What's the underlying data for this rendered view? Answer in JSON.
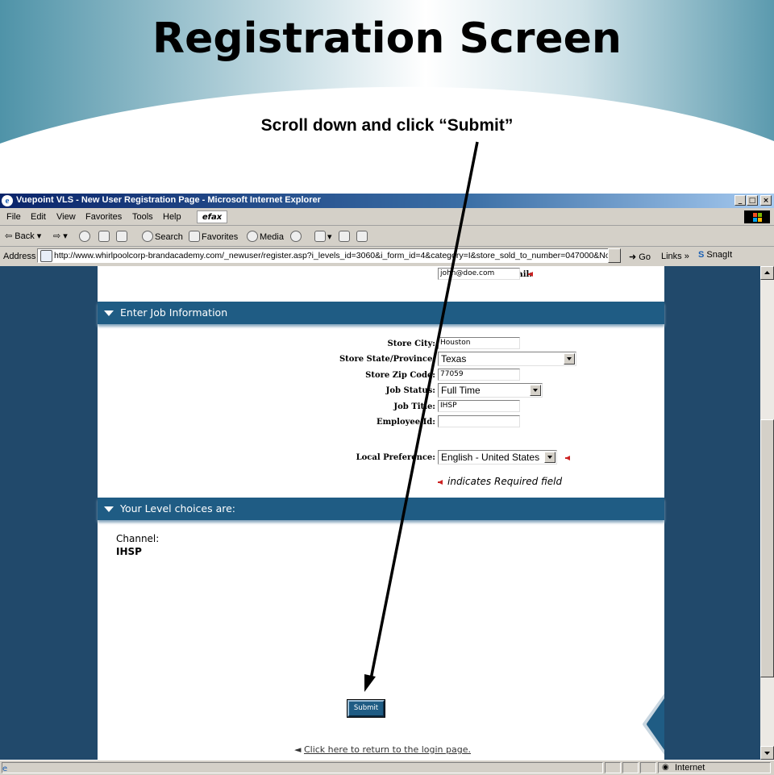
{
  "slide": {
    "title": "Registration Screen",
    "instruction": "Scroll down and click “Submit”",
    "colors": {
      "teal": "#5b9aae",
      "white": "#ffffff"
    }
  },
  "browser": {
    "window_title": "Vuepoint VLS - New User Registration Page - Microsoft Internet Explorer",
    "window_buttons": {
      "minimize": "_",
      "maximize": "□",
      "close": "×"
    },
    "menu": [
      "File",
      "Edit",
      "View",
      "Favorites",
      "Tools",
      "Help"
    ],
    "efax_label": "efax",
    "toolbar": {
      "back": "Back",
      "search": "Search",
      "favorites": "Favorites",
      "media": "Media"
    },
    "address_label": "Address",
    "address_url": "http://www.whirlpoolcorp-brandacademy.com/_newuser/register.asp?i_levels_id=3060&i_form_id=4&category=I&store_sold_to_number=047000&NoC",
    "go_label": "Go",
    "links_label": "Links",
    "snagit_label": "SnagIt",
    "status_zone": "Internet"
  },
  "form": {
    "email": {
      "label": "Email:",
      "value": "john@doe.com"
    },
    "job_section_title": "Enter Job Information",
    "store_city": {
      "label": "Store City:",
      "value": "Houston"
    },
    "store_state": {
      "label": "Store State/Province:",
      "value": "Texas"
    },
    "store_zip": {
      "label": "Store Zip Code:",
      "value": "77059"
    },
    "job_status": {
      "label": "Job Status:",
      "value": "Full Time"
    },
    "job_title": {
      "label": "Job Title:",
      "value": "IHSP"
    },
    "employee_id": {
      "label": "Employee Id:",
      "value": ""
    },
    "local_preference": {
      "label": "Local Preference:",
      "value": "English - United States"
    },
    "required_note": "indicates Required field",
    "level_section_title": "Your Level choices are:",
    "channel_label": "Channel:",
    "channel_value": "IHSP",
    "submit_label": "Submit",
    "login_link_prefix": "◄",
    "login_link": "Click here to return to the login page.",
    "colors": {
      "section_header": "#1f5c84",
      "page_bg": "#21496b",
      "required_arrow": "#cc2222"
    }
  }
}
